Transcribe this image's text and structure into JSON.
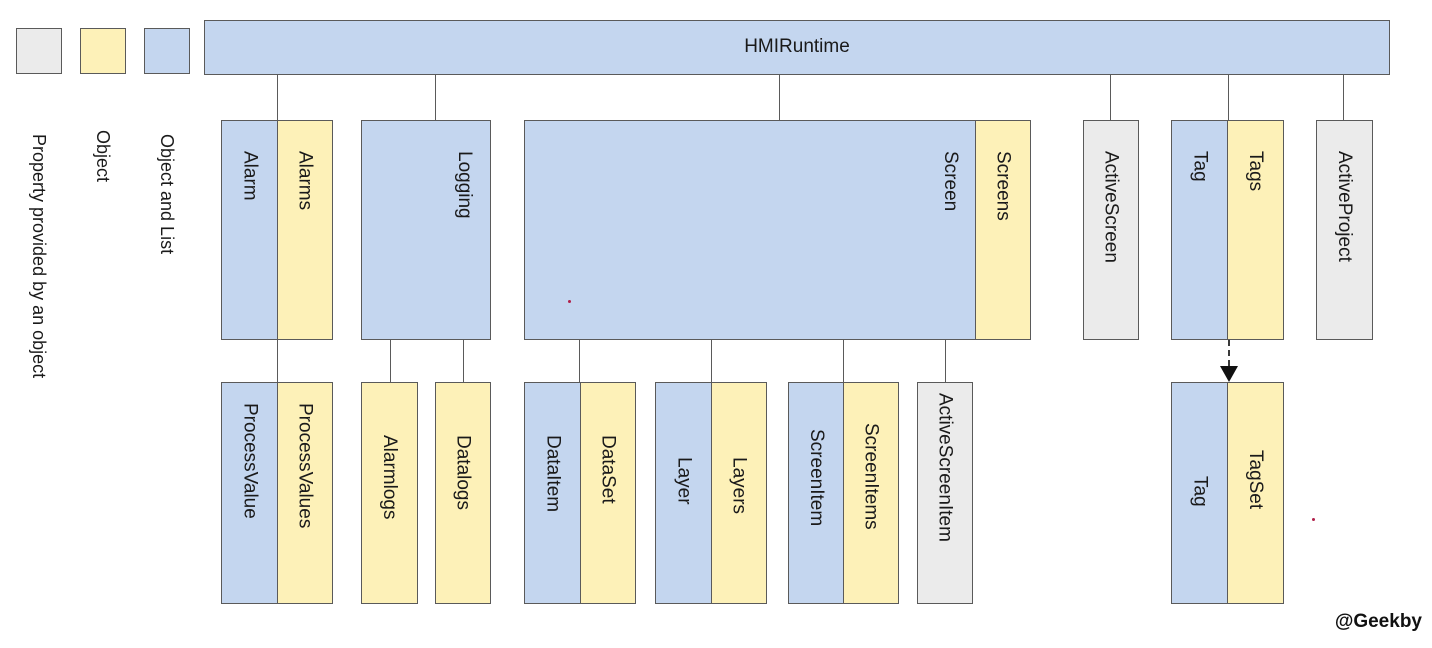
{
  "legend": {
    "property_provided_by_object": "Property provided by an object",
    "object": "Object",
    "object_and_list": "Object and List",
    "colors": {
      "property": "#ebebeb",
      "object": "#fdf1b8",
      "object_and_list": "#c4d6ef"
    }
  },
  "root": {
    "label": "HMIRuntime"
  },
  "level1": {
    "alarm": "Alarm",
    "alarms": "Alarms",
    "logging": "Logging",
    "screen": "Screen",
    "screens": "Screens",
    "active_screen": "ActiveScreen",
    "tag": "Tag",
    "tags": "Tags",
    "active_project": "ActiveProject"
  },
  "level2": {
    "process_value": "ProcessValue",
    "process_values": "ProcessValues",
    "alarmlogs": "Alarmlogs",
    "datalogs": "Datalogs",
    "data_item": "DataItem",
    "data_set": "DataSet",
    "layer": "Layer",
    "layers": "Layers",
    "screen_item": "ScreenItem",
    "screen_items": "ScreenItems",
    "active_screen_item": "ActiveScreenItem",
    "tag": "Tag",
    "tag_set": "TagSet"
  },
  "watermark": "@Geekby"
}
